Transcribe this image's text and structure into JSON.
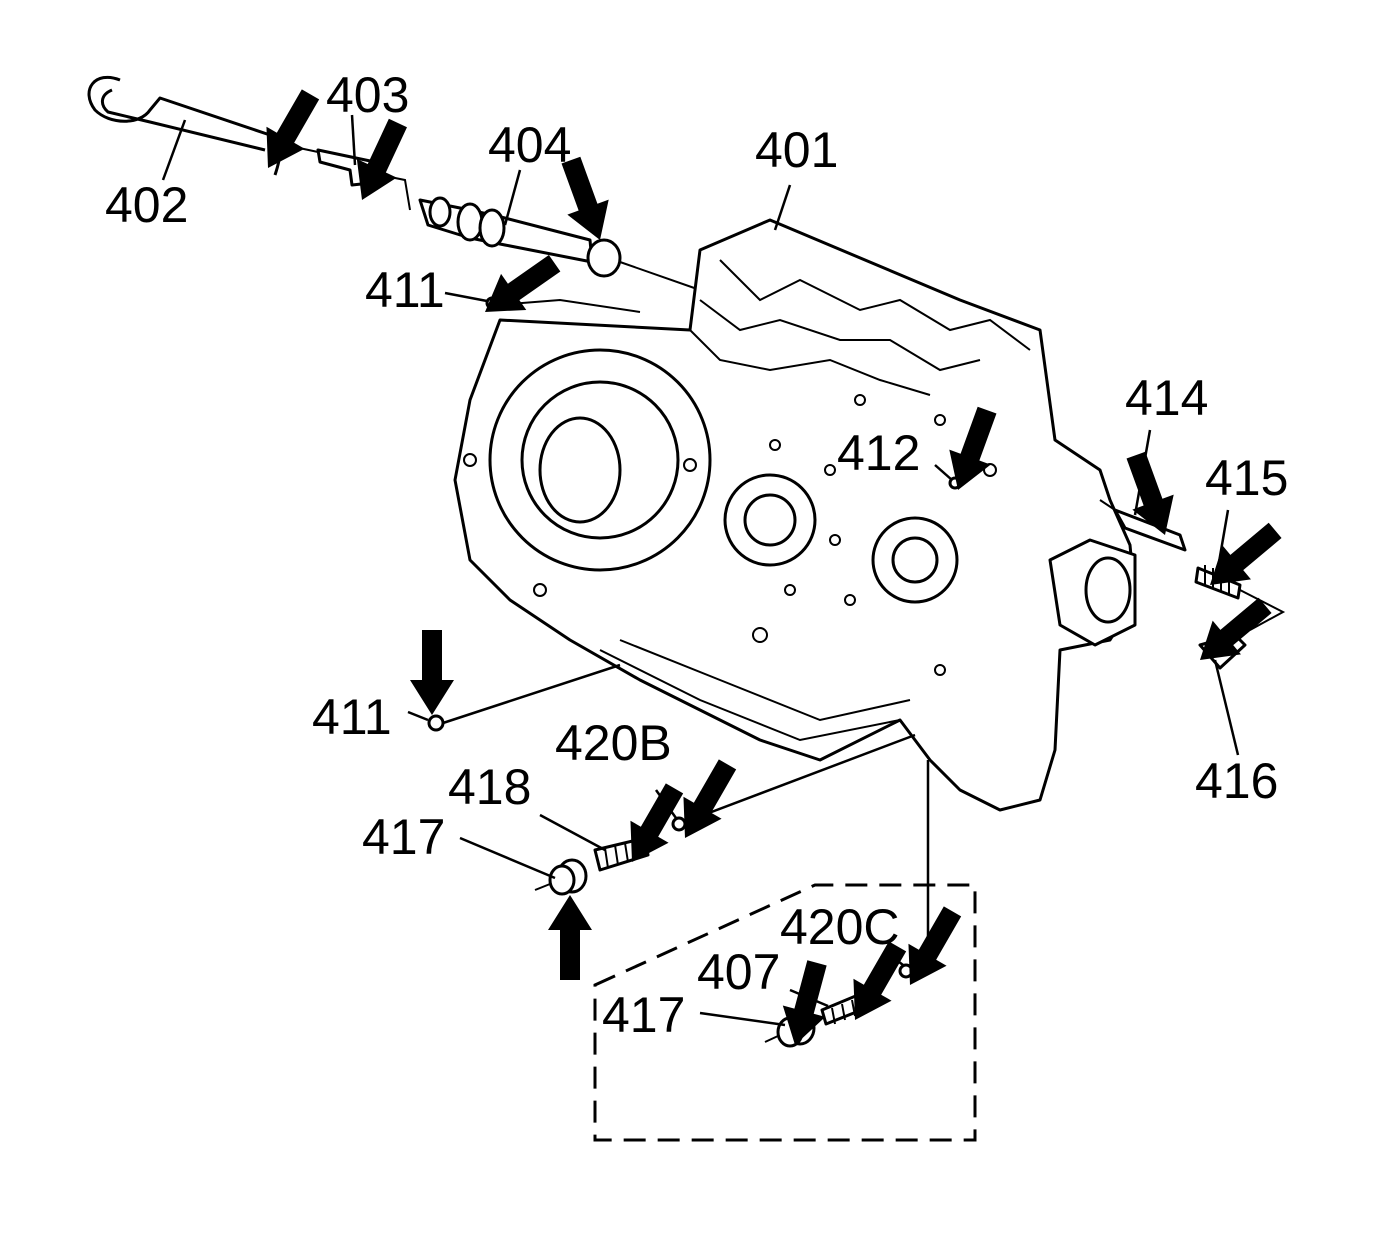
{
  "callouts": {
    "c401": "401",
    "c402": "402",
    "c403": "403",
    "c404": "404",
    "c411a": "411",
    "c411b": "411",
    "c412": "412",
    "c414": "414",
    "c415": "415",
    "c416": "416",
    "c417a": "417",
    "c417b": "417",
    "c418": "418",
    "c420b": "420B",
    "c420c": "420C",
    "c407": "407"
  },
  "colors": {
    "ink": "#000000",
    "paper": "#ffffff"
  }
}
